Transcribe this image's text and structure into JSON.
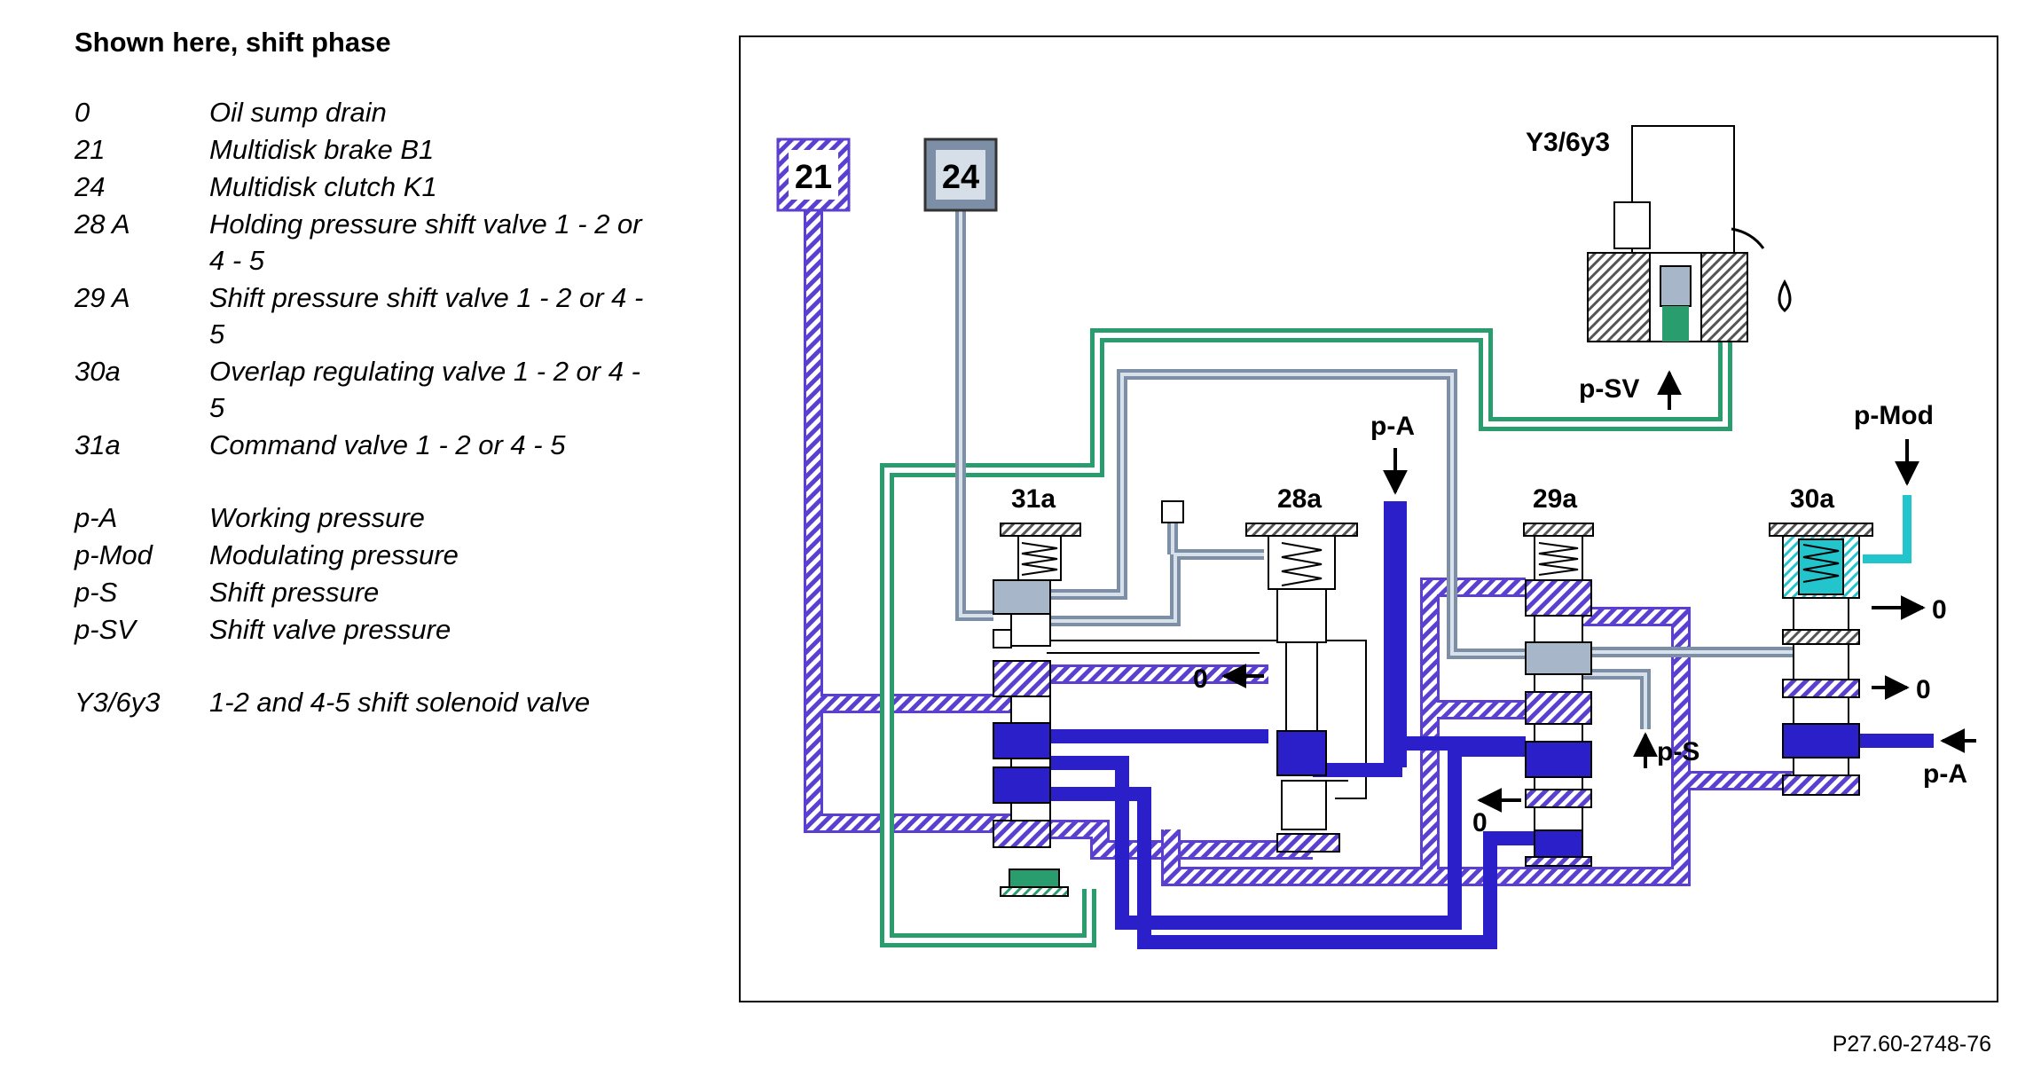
{
  "legend": {
    "title": "Shown here, shift phase",
    "group1": [
      {
        "code": "0",
        "desc": "Oil sump drain"
      },
      {
        "code": "21",
        "desc": "Multidisk brake B1"
      },
      {
        "code": "24",
        "desc": "Multidisk clutch K1"
      },
      {
        "code": "28 A",
        "desc": "Holding pressure shift valve 1 - 2 or 4 - 5"
      },
      {
        "code": "29 A",
        "desc": "Shift pressure shift valve 1 - 2 or 4 - 5"
      },
      {
        "code": "30a",
        "desc": "Overlap regulating valve 1 - 2 or 4 - 5"
      },
      {
        "code": "31a",
        "desc": "Command valve 1 - 2 or 4 - 5"
      }
    ],
    "group2": [
      {
        "code": "p-A",
        "desc": "Working pressure"
      },
      {
        "code": "p-Mod",
        "desc": "Modulating pressure"
      },
      {
        "code": "p-S",
        "desc": "Shift pressure"
      },
      {
        "code": "p-SV",
        "desc": "Shift valve pressure"
      }
    ],
    "group3": [
      {
        "code": "Y3/6y3",
        "desc": "1-2 and 4-5 shift solenoid valve"
      }
    ]
  },
  "diagram": {
    "box_21": "21",
    "box_24": "24",
    "solenoid_label": "Y3/6y3",
    "valve_31a": "31a",
    "valve_28a": "28a",
    "valve_29a": "29a",
    "valve_30a": "30a",
    "p_sv": "p-SV",
    "p_a_top": "p-A",
    "p_mod": "p-Mod",
    "p_s": "p-S",
    "p_a_right": "p-A",
    "drain_0": "0"
  },
  "reference_code": "P27.60-2748-76",
  "colors": {
    "working_pressure": "#2b1fc9",
    "shift_valve_pressure": "#2a9d6e",
    "modulating_pressure": "#22c5cc",
    "hatched_pressure": "#5a3fd0",
    "exhaust_line": "#7d8fa6",
    "valve_fill": "#a7b7c9"
  }
}
